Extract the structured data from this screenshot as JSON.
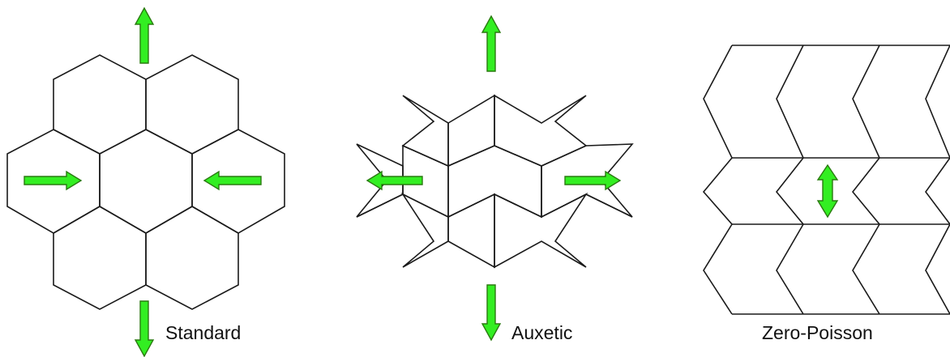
{
  "panels": [
    {
      "id": "standard",
      "label": "Standard"
    },
    {
      "id": "auxetic",
      "label": "Auxetic"
    },
    {
      "id": "zero-poisson",
      "label": "Zero-Poisson"
    }
  ],
  "colors": {
    "arrow_fill": "#33ee22",
    "arrow_stroke": "#2a7a10",
    "line": "#1a1a1a",
    "background": "#ffffff"
  }
}
